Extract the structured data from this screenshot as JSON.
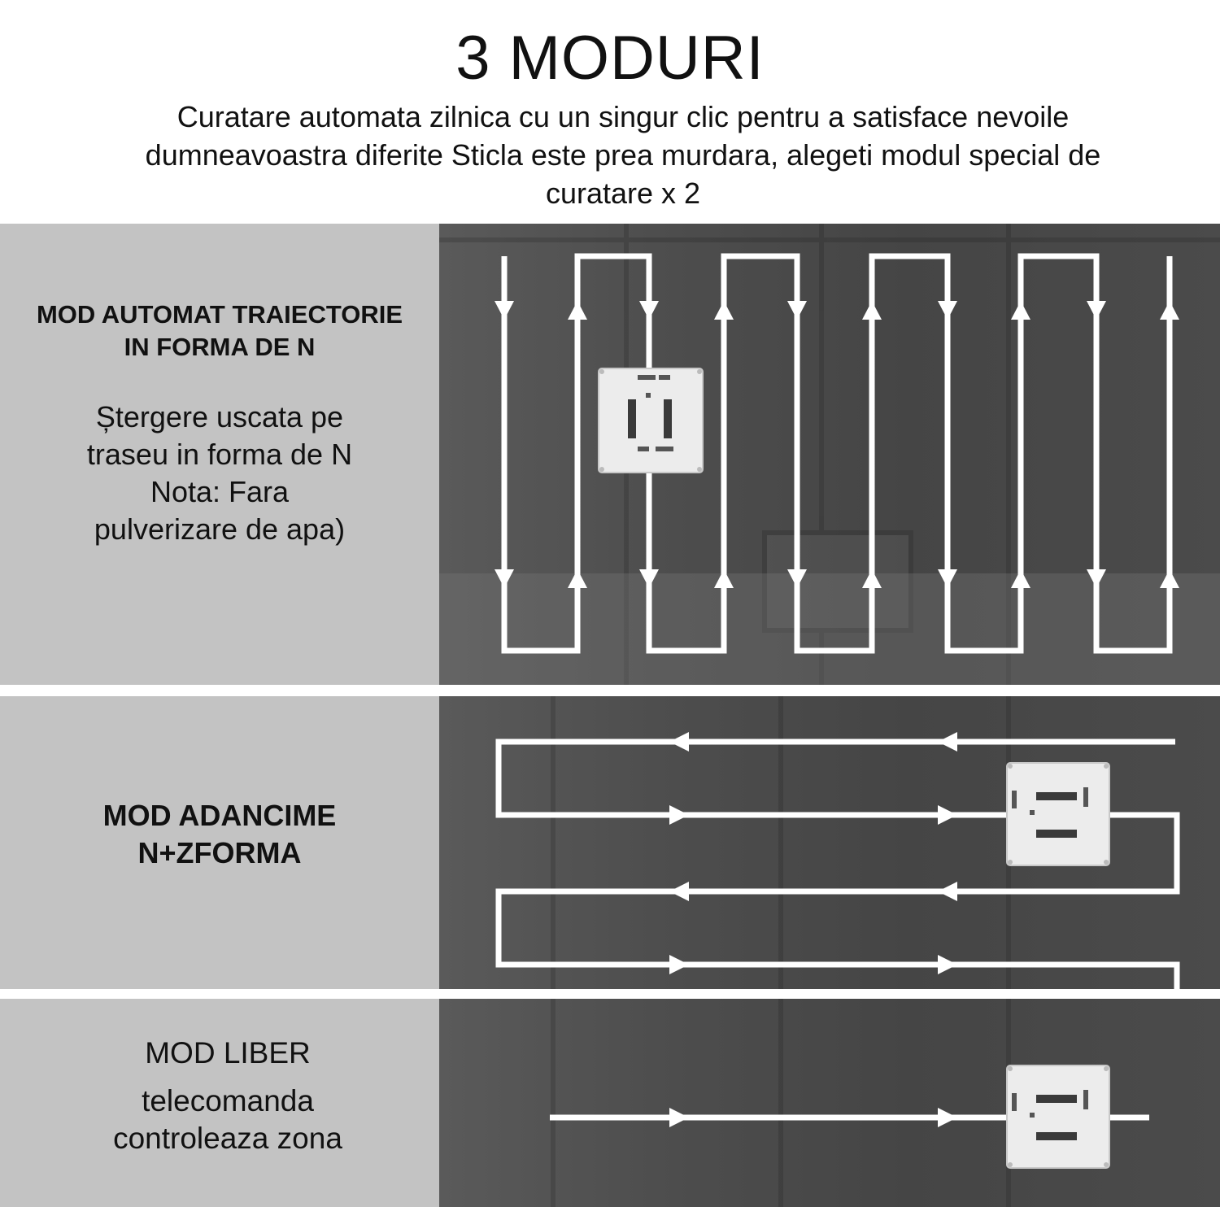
{
  "header": {
    "title": "3 MODURI",
    "subtitle": "Curatare automata zilnica cu un singur clic pentru a satisface nevoile dumneavoastra diferite Sticla este prea murdara, alegeti modul special de curatare x 2"
  },
  "modes": [
    {
      "title_line1": "MOD AUTOMAT TRAIECTORIE",
      "title_line2": "IN FORMA DE N",
      "desc_lines": [
        "Ștergere uscata pe",
        "traseu in forma de N",
        "Nota: Fara",
        "pulverizare de apa)"
      ]
    },
    {
      "title_line1": "MOD ADANCIME",
      "title_line2": "N+ZFORMA"
    },
    {
      "title_line1": "MOD LIBER",
      "desc_lines": [
        "telecomanda",
        "controleaza zona"
      ]
    }
  ],
  "colors": {
    "left_panel": "#c3c3c3",
    "scene_dark": "#4b4b4b",
    "path_line": "#ffffff",
    "robot_body": "#ececec"
  },
  "icons": [
    "arrow-up-icon",
    "arrow-down-icon",
    "arrow-left-icon",
    "arrow-right-icon",
    "window-robot-icon"
  ]
}
